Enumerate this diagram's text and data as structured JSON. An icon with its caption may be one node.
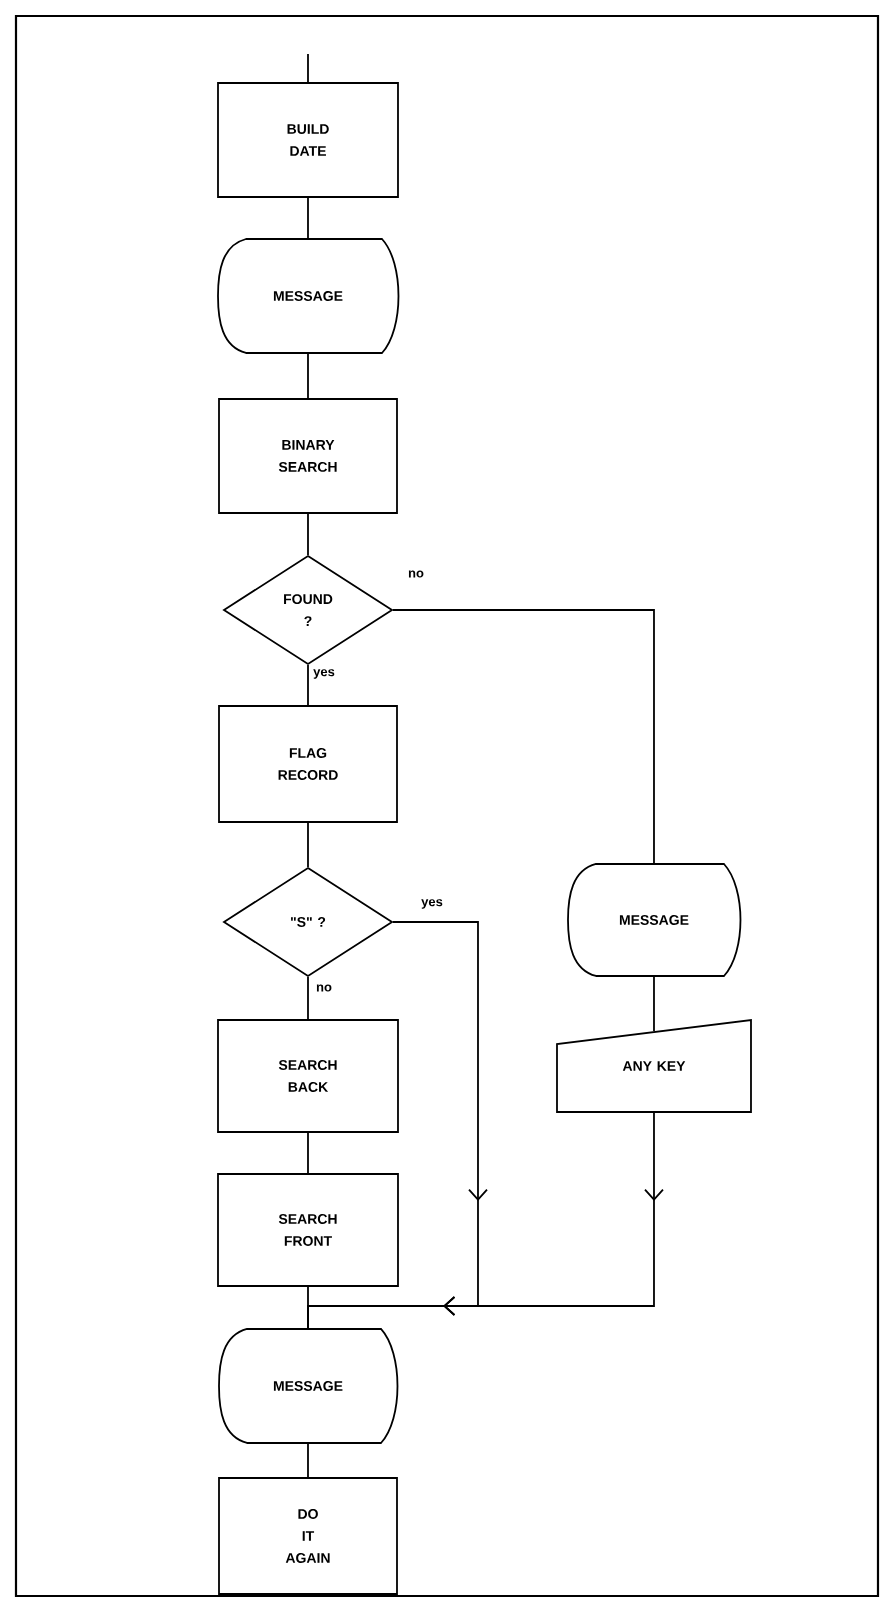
{
  "diagram": {
    "nodes": [
      {
        "text": [
          "BUILD DATE"
        ]
      },
      {
        "text": [
          "MESSAGE"
        ]
      },
      {
        "text": [
          "BINARY SEARCH"
        ]
      },
      {
        "text": [
          "FOUND ?"
        ]
      },
      {
        "text": [
          "FLAG RECORD"
        ]
      },
      {
        "text": [
          "\"S\" ?"
        ]
      },
      {
        "text": [
          "SEARCH BACK"
        ]
      },
      {
        "text": [
          "SEARCH FRONT"
        ]
      },
      {
        "text": [
          "MESSAGE"
        ]
      },
      {
        "text": [
          "DO IT AGAIN"
        ]
      },
      {
        "text": [
          "MESSAGE"
        ]
      },
      {
        "text": [
          "ANY KEY"
        ]
      }
    ],
    "edges": [
      {
        "from": null,
        "to": 0,
        "arrow": "none"
      },
      {
        "from": 0,
        "to": 1,
        "arrow": "none"
      },
      {
        "from": 1,
        "to": 2,
        "arrow": "none"
      },
      {
        "from": 2,
        "to": 3,
        "arrow": "none"
      },
      {
        "from": 3,
        "to": 4,
        "arrow": "none",
        "label": "yes"
      },
      {
        "from": 4,
        "to": 5,
        "arrow": "none"
      },
      {
        "from": 5,
        "to": 6,
        "arrow": "none",
        "label": "no"
      },
      {
        "from": 6,
        "to": 7,
        "arrow": "none"
      },
      {
        "from": 3,
        "to": 10,
        "arrow": "none",
        "label": "no"
      },
      {
        "from": 10,
        "to": 11,
        "arrow": "none"
      },
      {
        "from": 5,
        "to": 8,
        "arrow": "to",
        "label": "yes"
      },
      {
        "from": 11,
        "to": 8,
        "arrow": "to"
      },
      {
        "from": 7,
        "to": 8,
        "arrow": "none"
      },
      {
        "from": 8,
        "to": 9,
        "arrow": "none"
      }
    ]
  }
}
